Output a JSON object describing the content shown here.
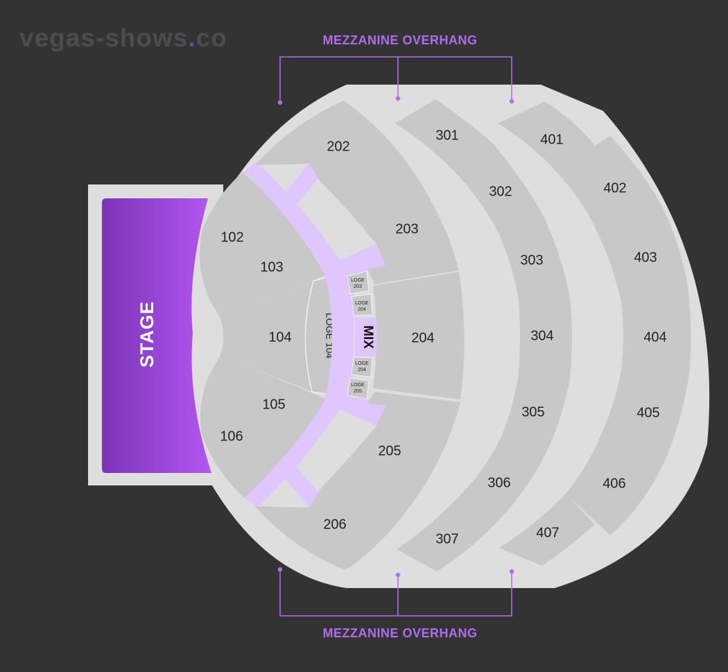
{
  "watermark": {
    "text_main": "vegas-shows",
    "text_dot": ".",
    "text_tld": "co"
  },
  "colors": {
    "background": "#333333",
    "venue_shell": "#dedede",
    "section_fill": "#c8c8c8",
    "section_text": "#222222",
    "accent": "#b06cf0",
    "aisle": "#e0c6ff",
    "stage_gradient": [
      "#7b35b8",
      "#b356f2"
    ]
  },
  "stage": {
    "label": "STAGE"
  },
  "mix": {
    "label": "MIX"
  },
  "annotations": {
    "top": "MEZZANINE OVERHANG",
    "bottom": "MEZZANINE OVERHANG"
  },
  "sections": {
    "s102": "102",
    "s103": "103",
    "s104": "104",
    "s105": "105",
    "s106": "106",
    "s202": "202",
    "s203": "203",
    "s204": "204",
    "s205": "205",
    "s206": "206",
    "s301": "301",
    "s302": "302",
    "s303": "303",
    "s304": "304",
    "s305": "305",
    "s306": "306",
    "s307": "307",
    "s401": "401",
    "s402": "402",
    "s403": "403",
    "s404": "404",
    "s405": "405",
    "s406": "406",
    "s407": "407"
  },
  "loges": {
    "loge104": "LOGE 104",
    "l203": {
      "a": "LOGE",
      "b": "203"
    },
    "l204a": {
      "a": "LOGE",
      "b": "204"
    },
    "l204b": {
      "a": "LOGE",
      "b": "204"
    },
    "l205": {
      "a": "LOGE",
      "b": "205"
    }
  }
}
